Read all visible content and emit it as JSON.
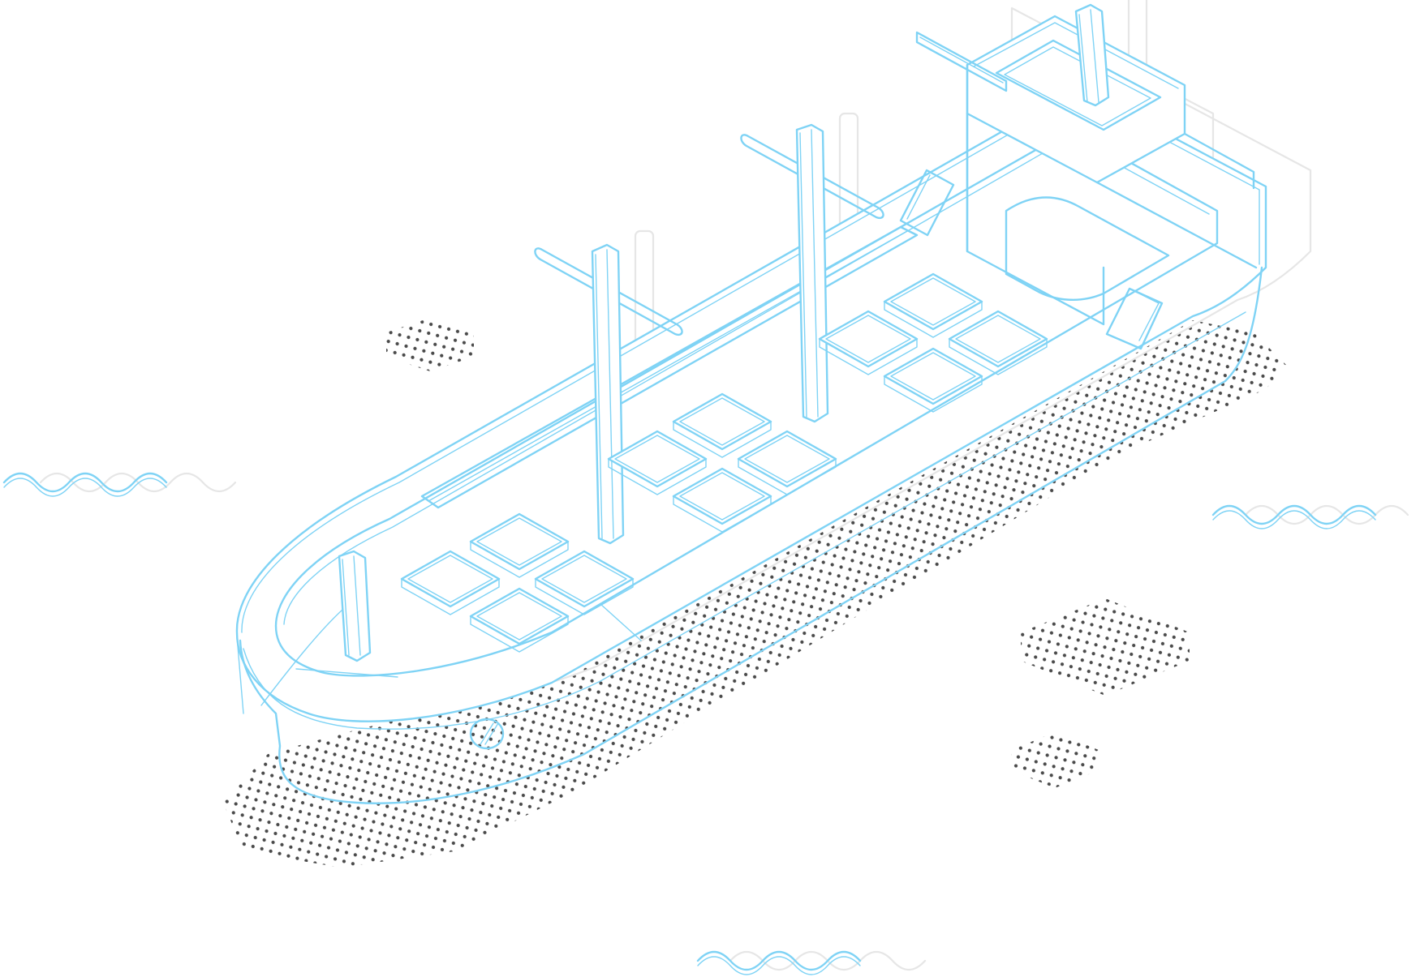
{
  "illustration": {
    "subject": "isometric-cargo-ship",
    "style": "line-art-with-ghost-offset",
    "colors": {
      "line": "#7fd3f5",
      "ghost": "#e6e6e6",
      "dots": "#4a4a4a",
      "background": "#ffffff"
    },
    "elements": {
      "masts": 4,
      "cargo_hatches": 13,
      "wave_clusters": 3,
      "dot_patches": 4
    }
  }
}
